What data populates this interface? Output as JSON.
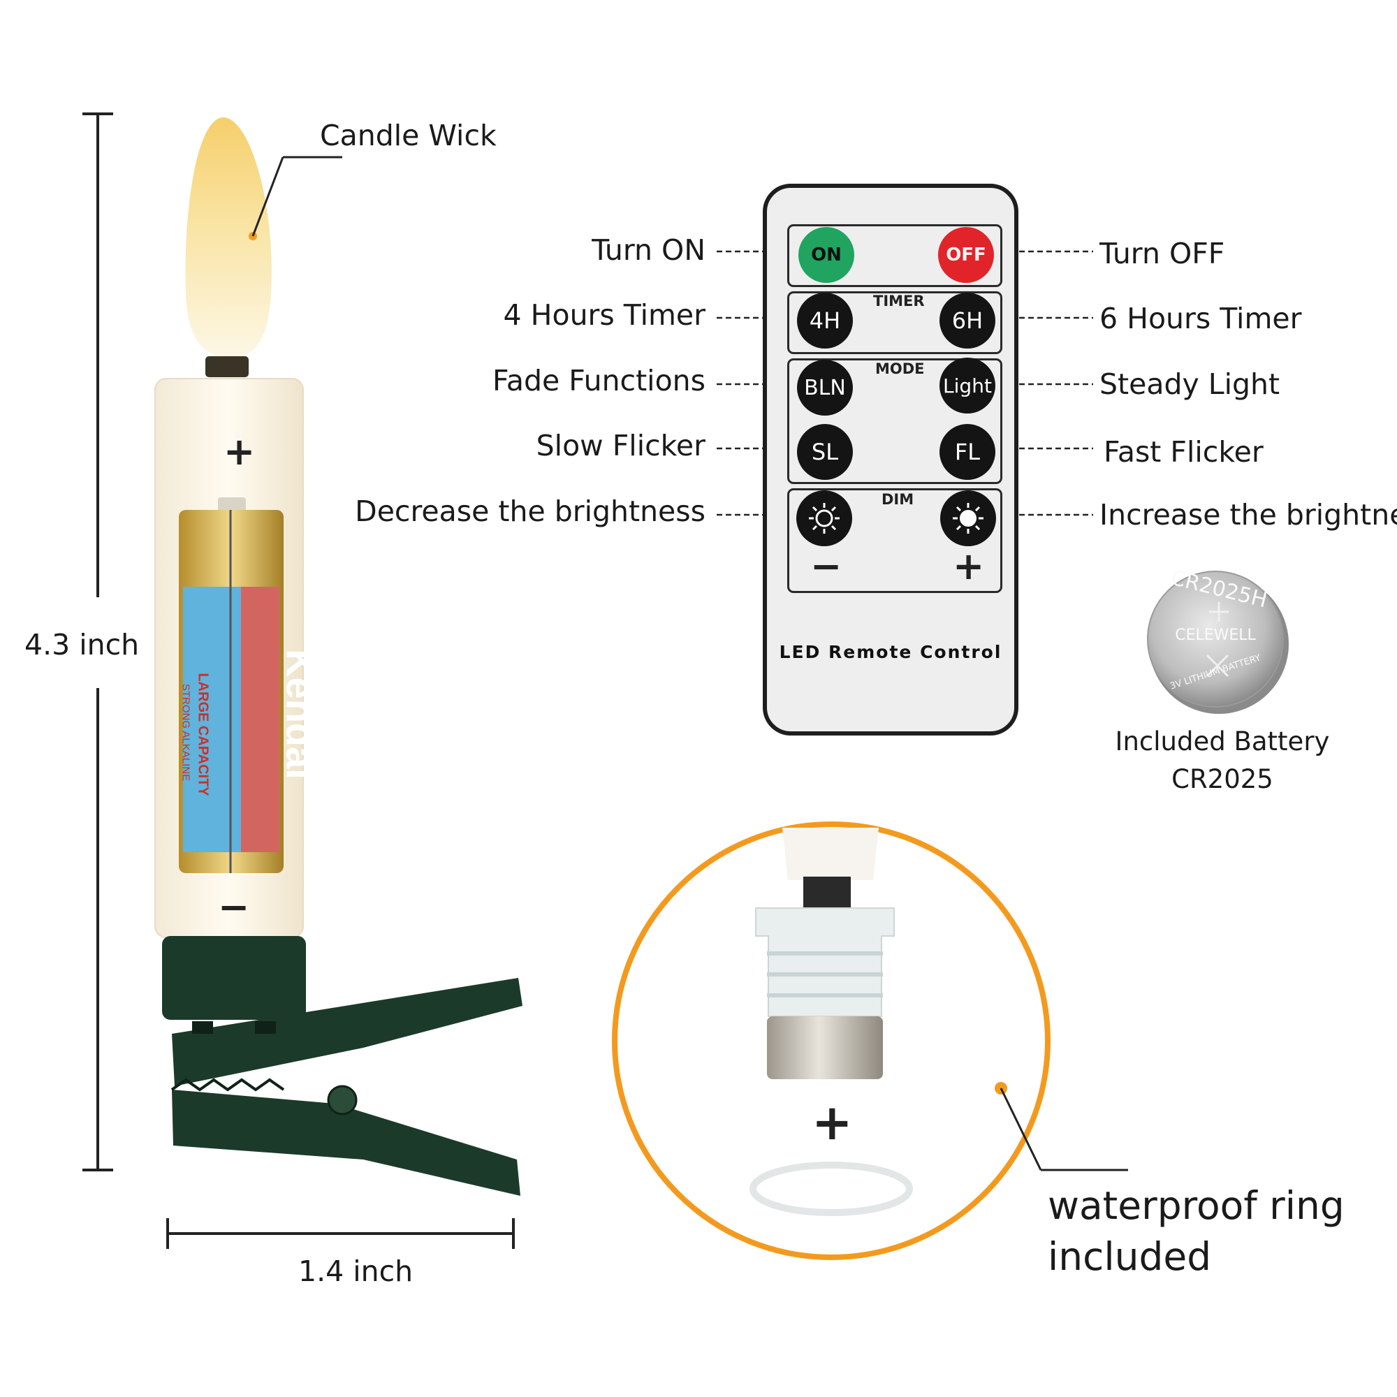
{
  "candle": {
    "wick_label": "Candle Wick",
    "height_label": "4.3 inch",
    "width_label": "1.4 inch",
    "plus_sign": "+",
    "minus_sign": "−",
    "battery_brand": "Kendal",
    "battery_line": "LARGE CAPACITY",
    "battery_line2": "STRONG ALKALINE"
  },
  "remote": {
    "title": "LED Remote Control",
    "on": "ON",
    "off": "OFF",
    "timer_title": "TIMER",
    "btn_4h": "4H",
    "btn_6h": "6H",
    "mode_title": "MODE",
    "btn_bln": "BLN",
    "btn_light": "Light",
    "btn_sl": "SL",
    "btn_fl": "FL",
    "dim_title": "DIM",
    "dim_minus": "−",
    "dim_plus": "+"
  },
  "callouts": {
    "turn_on": "Turn ON",
    "turn_off": "Turn OFF",
    "timer_4h": "4 Hours Timer",
    "timer_6h": "6 Hours Timer",
    "fade": "Fade Functions",
    "steady": "Steady Light",
    "slow": "Slow Flicker",
    "fast": "Fast Flicker",
    "decrease": "Decrease the brightness",
    "increase": "Increase the brightness"
  },
  "coin_battery": {
    "model": "CR2025H",
    "brand": "CELEWELL",
    "type": "3V LITHIUM BATTERY",
    "caption_line1": "Included Battery",
    "caption_line2": "CR2025"
  },
  "waterproof": {
    "plus_sign": "+",
    "line1": "waterproof ring",
    "line2": "included"
  },
  "colors": {
    "accent_orange": "#f39a1e",
    "on_green": "#20a460",
    "off_red": "#e0242a",
    "clip_green": "#1c3a2a",
    "flame": "#f7d98a"
  }
}
